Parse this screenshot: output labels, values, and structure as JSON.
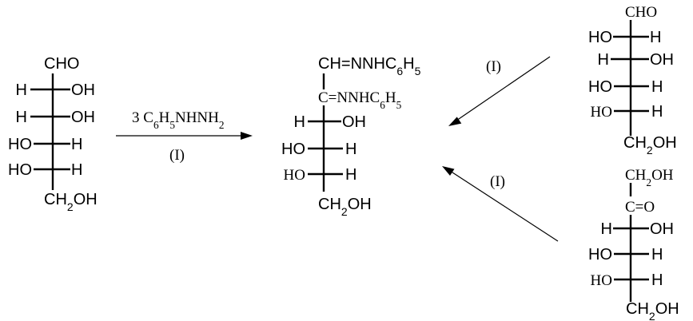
{
  "glucose": {
    "top": "CHO",
    "rows": [
      {
        "left": "H",
        "right": "OH"
      },
      {
        "left": "H",
        "right": "OH"
      },
      {
        "left": "HO",
        "right": "H"
      },
      {
        "left": "HO",
        "right": "H"
      }
    ],
    "bottom": "CH2OH"
  },
  "osazone": {
    "c1": "CH=NNHC6H5",
    "c2": "C=NNHC6H5",
    "rows": [
      {
        "left": "H",
        "right": "OH"
      },
      {
        "left": "HO",
        "right": "H"
      },
      {
        "left": "HO",
        "right": "H"
      }
    ],
    "bottom": "CH2OH"
  },
  "mannose": {
    "top": "CHO",
    "rows": [
      {
        "left": "HO",
        "right": "H"
      },
      {
        "left": "H",
        "right": "OH"
      },
      {
        "left": "HO",
        "right": "H"
      },
      {
        "left": "HO",
        "right": "H"
      }
    ],
    "bottom": "CH2OH"
  },
  "fructose": {
    "top": "CH2OH",
    "c2": "C=O",
    "rows": [
      {
        "left": "H",
        "right": "OH"
      },
      {
        "left": "HO",
        "right": "H"
      },
      {
        "left": "HO",
        "right": "H"
      }
    ],
    "bottom": "CH2OH"
  },
  "reagent": {
    "coef": "3",
    "formula": "C6H5NHNH2"
  },
  "arrow_labels": {
    "main": "(I)",
    "upper": "(I)",
    "lower": "(I)"
  }
}
